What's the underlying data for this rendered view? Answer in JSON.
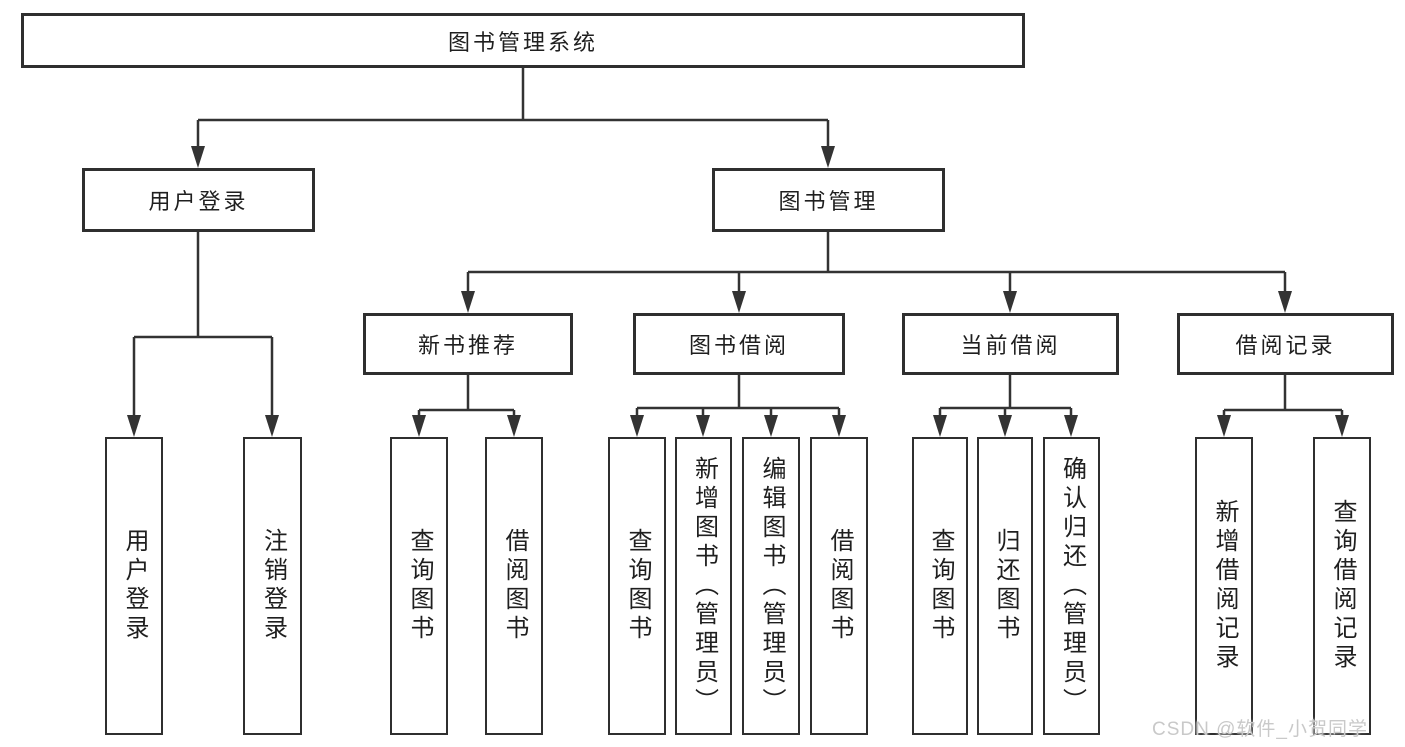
{
  "diagram_title": "图书管理系统",
  "watermark": "CSDN @软件_小贺同学",
  "colors": {
    "line": "#333333",
    "box_border": "#2f2f2f",
    "box_fill": "#ffffff",
    "text": "#1f1f1f",
    "watermark": "#c9c9c9"
  },
  "root": {
    "label": "图书管理系统"
  },
  "level2": [
    {
      "label": "用户登录",
      "parent": "图书管理系统"
    },
    {
      "label": "图书管理",
      "parent": "图书管理系统"
    }
  ],
  "level3": [
    {
      "label": "新书推荐",
      "parent": "图书管理"
    },
    {
      "label": "图书借阅",
      "parent": "图书管理"
    },
    {
      "label": "当前借阅",
      "parent": "图书管理"
    },
    {
      "label": "借阅记录",
      "parent": "图书管理"
    }
  ],
  "leaves": [
    {
      "label": "用户登录",
      "parent": "用户登录"
    },
    {
      "label": "注销登录",
      "parent": "用户登录"
    },
    {
      "label": "查询图书",
      "parent": "新书推荐"
    },
    {
      "label": "借阅图书",
      "parent": "新书推荐"
    },
    {
      "label": "查询图书",
      "parent": "图书借阅"
    },
    {
      "label": "新增图书（管理员）",
      "parent": "图书借阅"
    },
    {
      "label": "编辑图书（管理员）",
      "parent": "图书借阅"
    },
    {
      "label": "借阅图书",
      "parent": "图书借阅"
    },
    {
      "label": "查询图书",
      "parent": "当前借阅"
    },
    {
      "label": "归还图书",
      "parent": "当前借阅"
    },
    {
      "label": "确认归还（管理员）",
      "parent": "当前借阅"
    },
    {
      "label": "新增借阅记录",
      "parent": "借阅记录"
    },
    {
      "label": "查询借阅记录",
      "parent": "借阅记录"
    }
  ]
}
